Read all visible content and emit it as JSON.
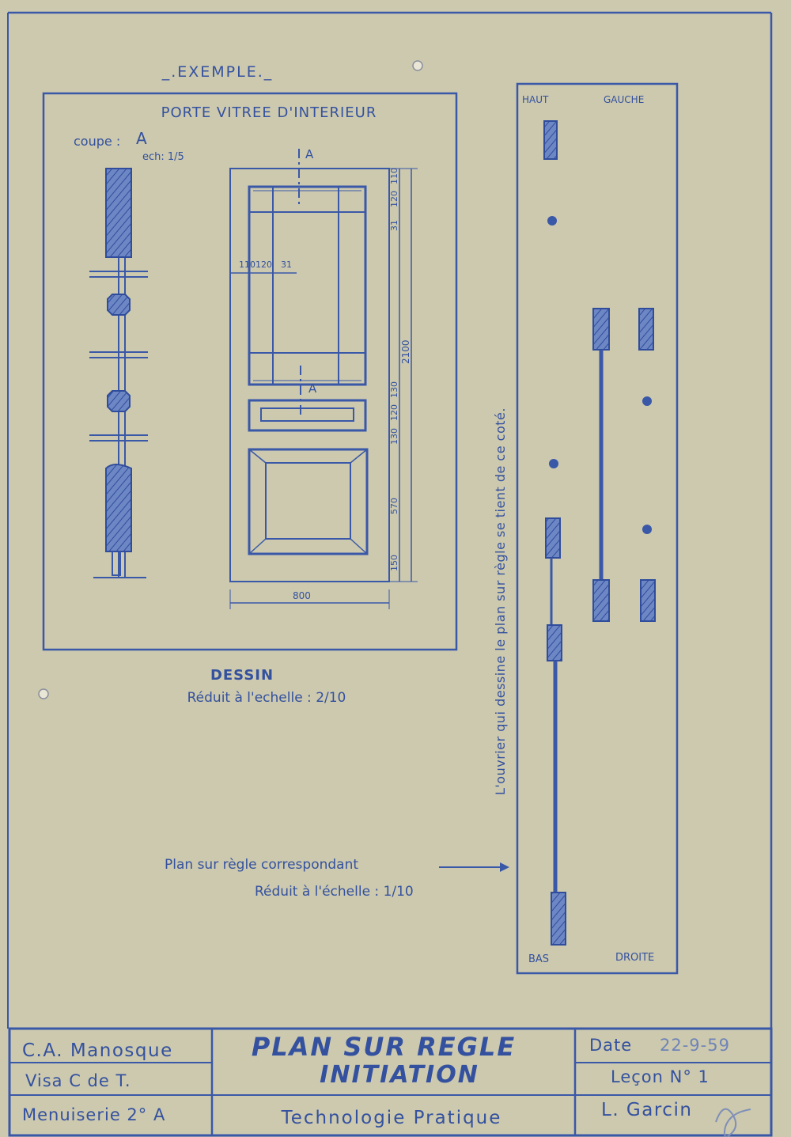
{
  "header": {
    "example_label": "_.EXEMPLE._"
  },
  "drawing": {
    "title": "PORTE VITREE D'INTERIEUR",
    "section_label": "coupe :",
    "section_letter": "A",
    "section_scale": "ech: 1/5",
    "cut_marker": "A",
    "dims": {
      "w110": "110",
      "w120": "120",
      "w31": "31",
      "h110": "110",
      "h120": "120",
      "h31": "31",
      "h2100": "2100",
      "h130a": "130",
      "h120b": "120",
      "h130b": "130",
      "h570": "570",
      "h150": "150",
      "width800": "800"
    },
    "caption_title": "DESSIN",
    "caption_scale": "Réduit à l'echelle : 2/10"
  },
  "rule_plan": {
    "top_left": "HAUT",
    "top_right": "GAUCHE",
    "bottom_left": "BAS",
    "bottom_right": "DROITE",
    "side_note": "L'ouvrier qui dessine le plan sur règle se tient de ce coté.",
    "callout_line1": "Plan sur règle correspondant",
    "callout_line2": "Réduit à l'échelle : 1/10"
  },
  "title_block": {
    "school": "C.A. Manosque",
    "visa": "Visa C de T.",
    "course": "Menuiserie 2° A",
    "title_line1": "PLAN SUR REGLE",
    "title_line2": "INITIATION",
    "subtitle": "Technologie Pratique",
    "date_label": "Date",
    "date_value": "22-9-59",
    "lesson": "Leçon N° 1",
    "author": "L. Garcin"
  },
  "colors": {
    "paper": "#ccc9ae",
    "ink": "#3a58a8"
  }
}
